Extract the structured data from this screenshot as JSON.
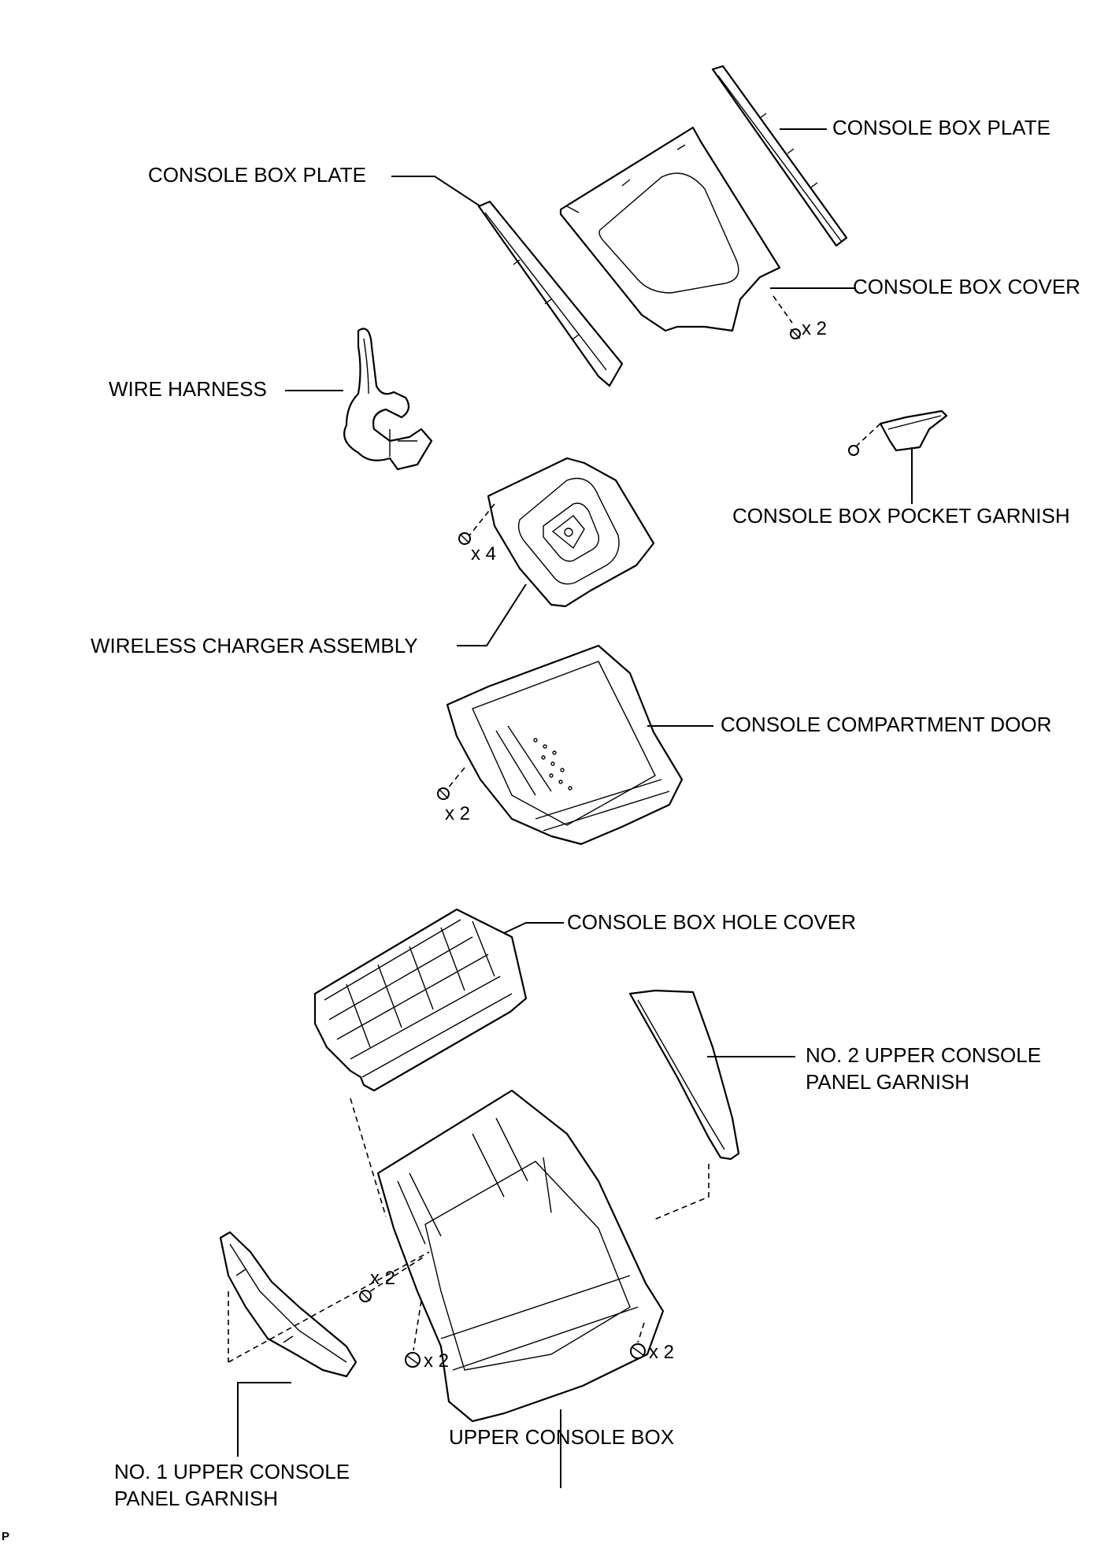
{
  "labels": {
    "console_box_plate_right": "CONSOLE BOX PLATE",
    "console_box_plate_left": "CONSOLE BOX PLATE",
    "console_box_cover": "CONSOLE BOX COVER",
    "wire_harness": "WIRE HARNESS",
    "console_box_pocket_garnish": "CONSOLE BOX POCKET GARNISH",
    "wireless_charger_assembly": "WIRELESS CHARGER ASSEMBLY",
    "console_compartment_door": "CONSOLE COMPARTMENT DOOR",
    "console_box_hole_cover": "CONSOLE BOX HOLE COVER",
    "no2_upper_console_panel_garnish_line1": "NO. 2 UPPER CONSOLE",
    "no2_upper_console_panel_garnish_line2": "PANEL GARNISH",
    "no1_upper_console_panel_garnish_line1": "NO. 1 UPPER CONSOLE",
    "no1_upper_console_panel_garnish_line2": "PANEL GARNISH",
    "upper_console_box": "UPPER CONSOLE BOX"
  },
  "quantities": {
    "cover_screws": "x 2",
    "charger_screws": "x 4",
    "door_screws": "x 2",
    "box_side_screws": "x 2",
    "box_bottom_left_screws": "x 2",
    "box_bottom_right_screws": "x 2"
  },
  "corner_mark": "P"
}
